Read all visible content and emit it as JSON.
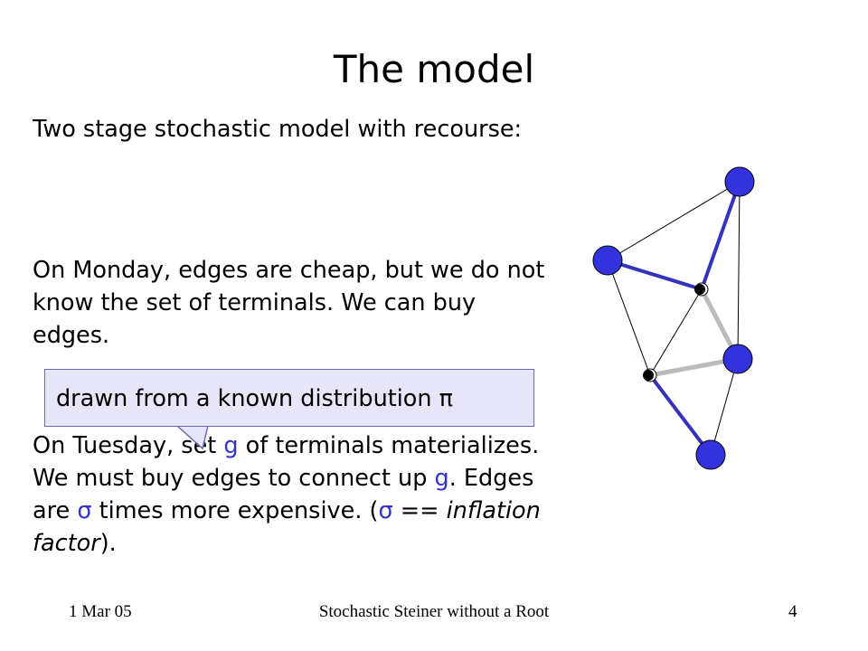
{
  "slide": {
    "title": "The model",
    "intro": "Two stage stochastic model with recourse:",
    "monday": "On Monday, edges are cheap, but we do not know the set of terminals. We can buy edges.",
    "tuesday": {
      "t1": "On Tuesday, set ",
      "g1": "g",
      "t2": " of terminals materializes. We must buy edges to connect up ",
      "g2": "g",
      "t3": ". Edges are ",
      "sigma1": "σ",
      "t4": " times more expensive. (",
      "sigma2": "σ",
      "t5": " == ",
      "italic": "inflation factor",
      "t6": ")."
    },
    "callout": "drawn from a known distribution π"
  },
  "footer": {
    "date": "1 Mar 05",
    "title": "Stochastic Steiner without a Root",
    "page": "4"
  },
  "colors": {
    "highlight": "#3333cc",
    "terminal": "#3333dd",
    "purchased_edge": "#3333bb",
    "second_stage_edge": "#bbbbbb",
    "callout_fill": "#e6e6f8"
  }
}
